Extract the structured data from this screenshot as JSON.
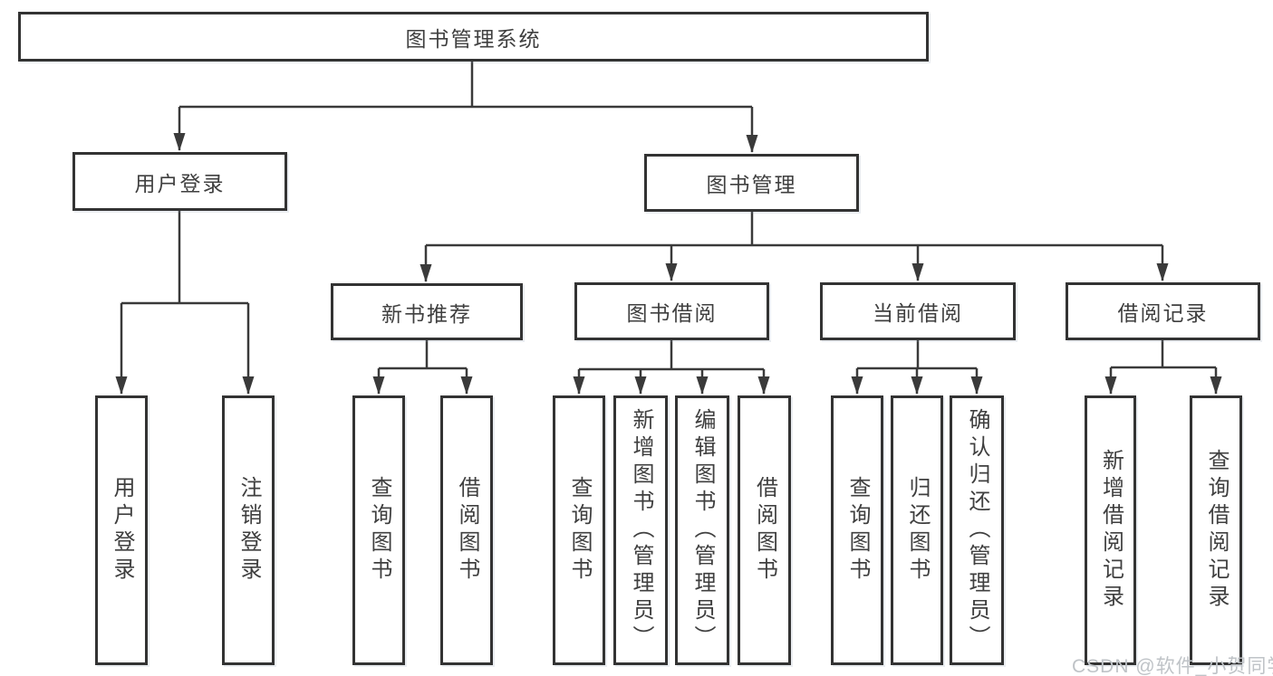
{
  "colors": {
    "line": "#3a3a3a",
    "border": "#333333",
    "text": "#3f3f3f",
    "watermark": "#bfc3c7",
    "background": "#ffffff"
  },
  "tree": {
    "root": {
      "label": "图书管理系统"
    },
    "branches": [
      {
        "label": "用户登录",
        "children": [
          {
            "label": "用户登录"
          },
          {
            "label": "注销登录"
          }
        ]
      },
      {
        "label": "图书管理",
        "children": [
          {
            "label": "新书推荐",
            "children": [
              {
                "label": "查询图书"
              },
              {
                "label": "借阅图书"
              }
            ]
          },
          {
            "label": "图书借阅",
            "children": [
              {
                "label": "查询图书"
              },
              {
                "label": "新增图书（管理员）"
              },
              {
                "label": "编辑图书（管理员）"
              },
              {
                "label": "借阅图书"
              }
            ]
          },
          {
            "label": "当前借阅",
            "children": [
              {
                "label": "查询图书"
              },
              {
                "label": "归还图书"
              },
              {
                "label": "确认归还（管理员）"
              }
            ]
          },
          {
            "label": "借阅记录",
            "children": [
              {
                "label": "新增借阅记录"
              },
              {
                "label": "查询借阅记录"
              }
            ]
          }
        ]
      }
    ]
  },
  "watermark": {
    "text": "CSDN @软件_小贺同学"
  }
}
